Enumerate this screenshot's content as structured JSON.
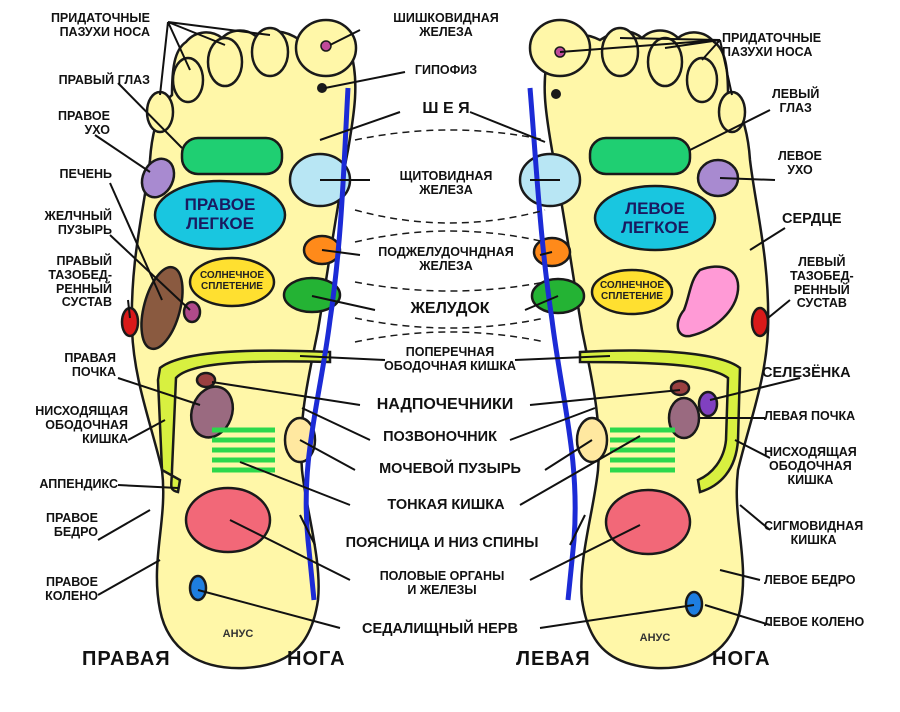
{
  "colors": {
    "foot": "#fff7a8",
    "outline": "#1a1a1a",
    "nerve": "#1c2bd6",
    "lung": "#19c6e0",
    "sinus_green": "#1fcf72",
    "ear": "#a88ad0",
    "liver": "#8a5a40",
    "gall": "#b04a8a",
    "hip": "#d81a1a",
    "thyroid": "#b8e6f4",
    "pancreas": "#ff8a1a",
    "stomach": "#24b334",
    "colon": "#d8f040",
    "kidney": "#9a6a80",
    "adrenal": "#9a4040",
    "intestine": "#2cd84c",
    "genitals": "#f26878",
    "sciatic": "#1e7ee0",
    "heart": "#ff9ad6",
    "spleen": "#8040c0",
    "plexus": "#ffe030"
  },
  "labels": {
    "sinus_right": "ПРИДАТОЧНЫЕ\nПАЗУХИ НОСА",
    "eye_right": "ПРАВЫЙ ГЛАЗ",
    "ear_right": "ПРАВОЕ\nУХО",
    "liver": "ПЕЧЕНЬ",
    "gallbladder": "ЖЕЛЧНЫЙ\nПУЗЫРЬ",
    "hip_right": "ПРАВЫЙ\nТАЗОБЕД-\nРЕННЫЙ\nСУСТАВ",
    "kidney_right": "ПРАВАЯ\nПОЧКА",
    "desc_colon_right": "НИСХОДЯЩАЯ\nОБОДОЧНАЯ\nКИШКА",
    "appendix": "АППЕНДИКС",
    "thigh_right": "ПРАВОЕ\nБЕДРО",
    "knee_right": "ПРАВОЕ\nКОЛЕНО",
    "pineal": "ШИШКОВИДНАЯ\nЖЕЛЕЗА",
    "pituitary": "ГИПОФИЗ",
    "neck": "Ш Е Я",
    "thyroid": "ЩИТОВИДНАЯ\nЖЕЛЕЗА",
    "pancreas": "ПОДЖЕЛУДОЧНДНАЯ\nЖЕЛЕЗА",
    "stomach": "ЖЕЛУДОК",
    "transverse_colon": "ПОПЕРЕЧНАЯ\nОБОДОЧНАЯ  КИШКА",
    "adrenals": "НАДПОЧЕЧНИКИ",
    "spine": "ПОЗВОНОЧНИК",
    "bladder": "МОЧЕВОЙ  ПУЗЫРЬ",
    "small_intestine": "ТОНКАЯ  КИШКА",
    "lower_back": "ПОЯСНИЦА И НИЗ СПИНЫ",
    "genitals": "ПОЛОВЫЕ  ОРГАНЫ\nИ  ЖЕЛЕЗЫ",
    "sciatic": "СЕДАЛИЩНЫЙ  НЕРВ",
    "sinus_left": "ПРИДАТОЧНЫЕ\nПАЗУХИ НОСА",
    "eye_left": "ЛЕВЫЙ\nГЛАЗ",
    "ear_left": "ЛЕВОЕ\nУХО",
    "heart": "СЕРДЦЕ",
    "hip_left": "ЛЕВЫЙ\nТАЗОБЕД-\nРЕННЫЙ\nСУСТАВ",
    "spleen": "СЕЛЕЗЁНКА",
    "kidney_left": "ЛЕВАЯ ПОЧКА",
    "desc_colon_left": "НИСХОДЯЩАЯ\nОБОДОЧНАЯ\nКИШКА",
    "sigmoid": "СИГМОВИДНАЯ\nКИШКА",
    "thigh_left": "ЛЕВОЕ  БЕДРО",
    "knee_left": "ЛЕВОЕ КОЛЕНО",
    "lung_right": "ПРАВОЕ\nЛЕГКОЕ",
    "lung_left": "ЛЕВОЕ\nЛЕГКОЕ",
    "plexus_right": "СОЛНЕЧНОЕ\nСПЛЕТЕНИЕ",
    "plexus_left": "СОЛНЕЧНОЕ\nСПЛЕТЕНИЕ",
    "anus_right": "АНУС",
    "anus_left": "АНУС",
    "right_word": "ПРАВАЯ",
    "right_leg": "НОГА",
    "left_word": "ЛЕВАЯ",
    "left_leg": "НОГА"
  }
}
